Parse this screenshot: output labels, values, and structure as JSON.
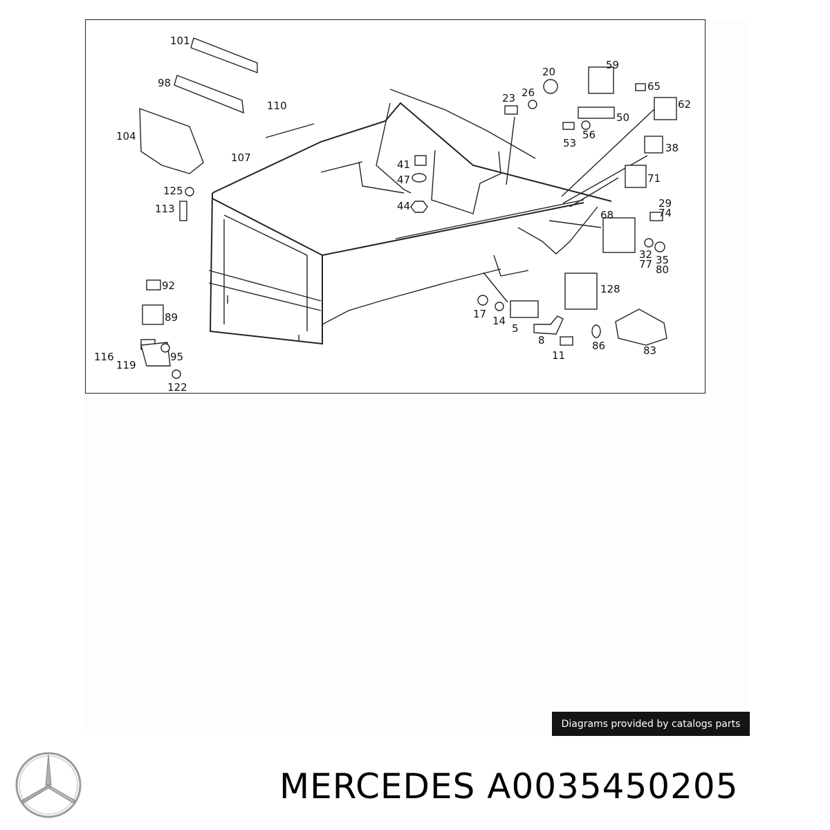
{
  "diagram": {
    "callouts": [
      "101",
      "98",
      "110",
      "104",
      "107",
      "125",
      "113",
      "92",
      "89",
      "116",
      "119",
      "95",
      "122",
      "20",
      "59",
      "23",
      "26",
      "65",
      "62",
      "50",
      "53",
      "56",
      "41",
      "47",
      "44",
      "38",
      "71",
      "29",
      "74",
      "68",
      "32",
      "77",
      "35",
      "80",
      "128",
      "17",
      "14",
      "5",
      "8",
      "11",
      "86",
      "83"
    ]
  },
  "credit_banner": {
    "text": "Diagrams provided by catalogs parts"
  },
  "footer": {
    "brand": "MERCEDES",
    "part_number": "A0035450205"
  },
  "logo": {
    "icon": "mercedes-star-icon"
  }
}
